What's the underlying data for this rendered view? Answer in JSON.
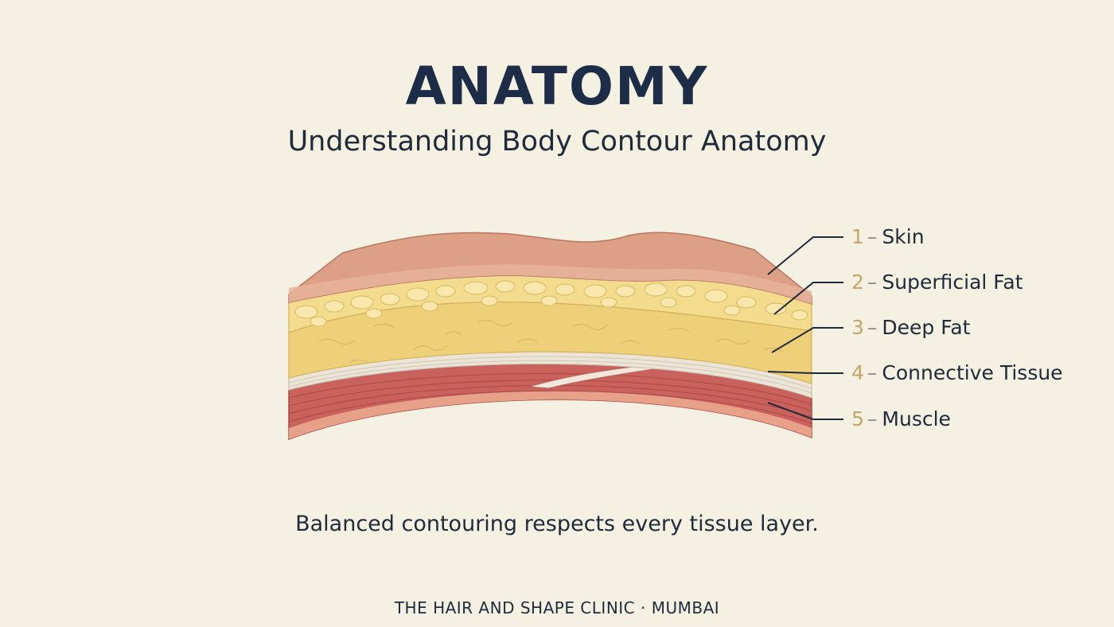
{
  "title": "ANATOMY",
  "subtitle": "Understanding Body Contour Anatomy",
  "layers": [
    {
      "number": "1",
      "name": "Skin"
    },
    {
      "number": "2",
      "name": "Superficial Fat"
    },
    {
      "number": "3",
      "name": "Deep Fat"
    },
    {
      "number": "4",
      "name": "Connective Tissue"
    },
    {
      "number": "5",
      "name": "Muscle"
    }
  ],
  "separator": "–",
  "caption": "Balanced contouring respects every tissue layer.",
  "footer": "THE HAIR AND SHAPE CLINIC · MUMBAI",
  "colors": {
    "background": "#f4f0e2",
    "title": "#1d2d47",
    "number_accent": "#c4a56a",
    "skin": "#dd9f86",
    "superficial_fat": "#f3dc8e",
    "deep_fat": "#efd07a",
    "connective_tissue": "#ece5d7",
    "muscle": "#c9615c"
  }
}
